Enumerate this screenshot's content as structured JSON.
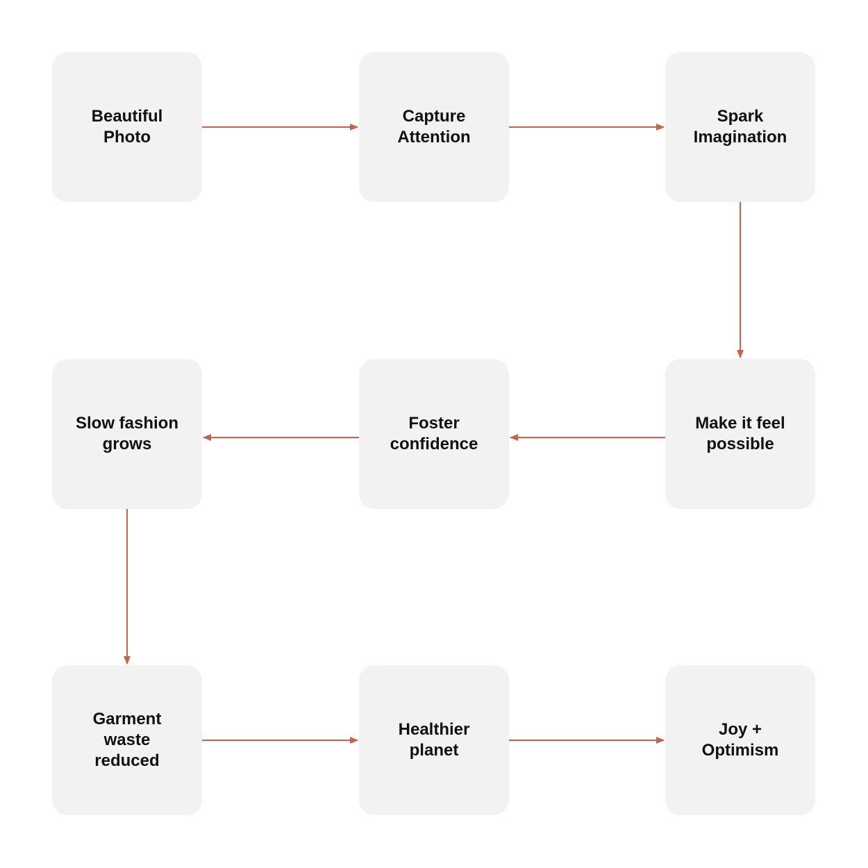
{
  "diagram": {
    "edge_color": "#c8614a",
    "node_color": "#f2f2f2",
    "nodes": [
      {
        "id": "n1",
        "label": "Beautiful\nPhoto"
      },
      {
        "id": "n2",
        "label": "Capture\nAttention"
      },
      {
        "id": "n3",
        "label": "Spark\nImagination"
      },
      {
        "id": "n4",
        "label": "Make it feel\npossible"
      },
      {
        "id": "n5",
        "label": "Foster\nconfidence"
      },
      {
        "id": "n6",
        "label": "Slow fashion\ngrows"
      },
      {
        "id": "n7",
        "label": "Garment\nwaste\nreduced"
      },
      {
        "id": "n8",
        "label": "Healthier\nplanet"
      },
      {
        "id": "n9",
        "label": "Joy +\nOptimism"
      }
    ],
    "edges": [
      {
        "from": "n1",
        "to": "n2"
      },
      {
        "from": "n2",
        "to": "n3"
      },
      {
        "from": "n3",
        "to": "n4"
      },
      {
        "from": "n4",
        "to": "n5"
      },
      {
        "from": "n5",
        "to": "n6"
      },
      {
        "from": "n6",
        "to": "n7"
      },
      {
        "from": "n7",
        "to": "n8"
      },
      {
        "from": "n8",
        "to": "n9"
      }
    ]
  }
}
